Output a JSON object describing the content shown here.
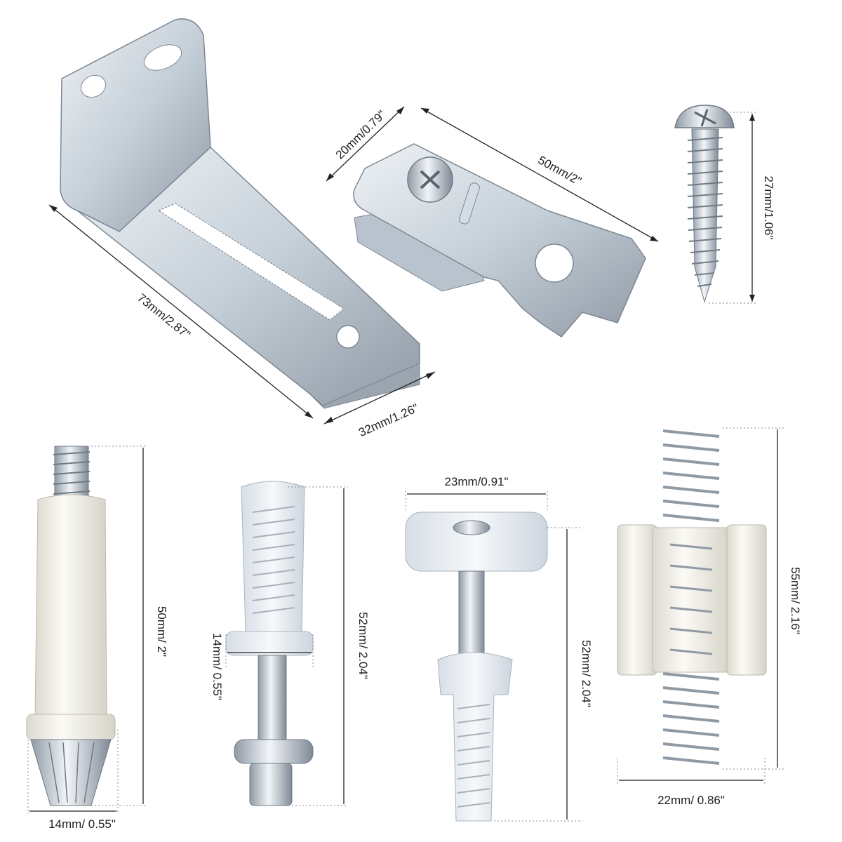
{
  "labels": {
    "bracket_length": "73mm/2.87\"",
    "bracket_width": "32mm/1.26\"",
    "clip_width": "20mm/0.79\"",
    "clip_length": "50mm/2\"",
    "screw_length": "27mm/1.06\"",
    "pivot_length": "50mm/ 2\"",
    "pivot_diameter": "14mm/ 0.55\"",
    "guide_length": "52mm/ 2.04\"",
    "guide_diameter": "14mm/ 0.55\"",
    "cap_diameter": "23mm/0.91\"",
    "cap_pin_length": "52mm/ 2.04\"",
    "spring_length": "55mm/ 2.16\"",
    "spring_width": "22mm/ 0.86\""
  },
  "colors": {
    "metal": "#c9d3dc",
    "metal_dark": "#8e99a4",
    "nylon": "#f1efe6",
    "clear_plastic": "#e8edf2"
  }
}
